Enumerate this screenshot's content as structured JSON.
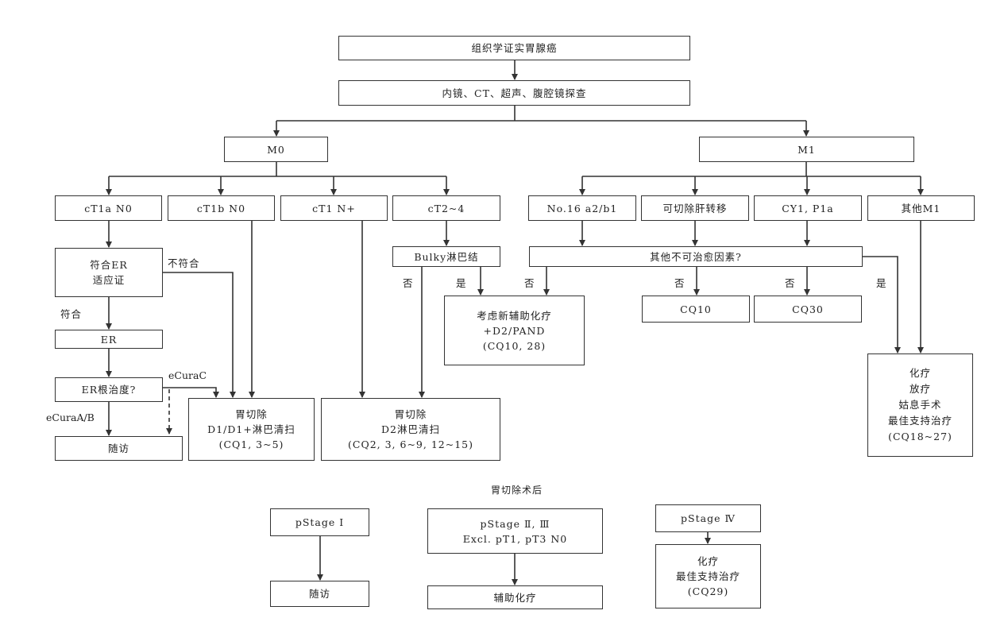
{
  "top": {
    "histology": "组织学证实胃腺癌",
    "staging": "内镜、CT、超声、腹腔镜探查"
  },
  "m0": {
    "title": "M0",
    "ct1a": "cT1a N0",
    "ct1b": "cT1b N0",
    "ct1n": "cT1 N+",
    "ct24": "cT2~4",
    "er_indication": [
      "符合ER",
      "适应证"
    ],
    "not_met": "不符合",
    "met": "符合",
    "er": "ER",
    "er_cure": "ER根治度?",
    "ecura_c": "eCuraC",
    "ecura_ab": "eCuraA/B",
    "followup": "随访",
    "gastrectomy_d1": [
      "胃切除",
      "D1/D1+淋巴清扫",
      "(CQ1, 3~5)"
    ],
    "gastrectomy_d2": [
      "胃切除",
      "D2淋巴清扫",
      "(CQ2, 3, 6~9, 12~15)"
    ],
    "bulky": "Bulky淋巴结",
    "bulky_no": "否",
    "bulky_yes": "是",
    "neoadjuvant": [
      "考虑新辅助化疗",
      "+D2/PAND",
      "(CQ10, 28)"
    ]
  },
  "m1": {
    "title": "M1",
    "no16": "No.16 a2/b1",
    "liver": "可切除肝转移",
    "cy1": "CY1, P1a",
    "other": "其他M1",
    "incurable_q": "其他不可治愈因素?",
    "no_1": "否",
    "no_2": "否",
    "no_3": "否",
    "yes": "是",
    "cq10": "CQ10",
    "cq30": "CQ30",
    "palliative": [
      "化疗",
      "放疗",
      "姑息手术",
      "最佳支持治疗",
      "(CQ18~27)"
    ]
  },
  "postop": {
    "title": "胃切除术后",
    "stage1": "pStage Ⅰ",
    "stage1_followup": "随访",
    "stage23": [
      "pStage Ⅱ, Ⅲ",
      "Excl. pT1, pT3 N0"
    ],
    "adjuvant": "辅助化疗",
    "stage4": "pStage Ⅳ",
    "stage4_treat": [
      "化疗",
      "最佳支持治疗",
      "(CQ29)"
    ]
  }
}
